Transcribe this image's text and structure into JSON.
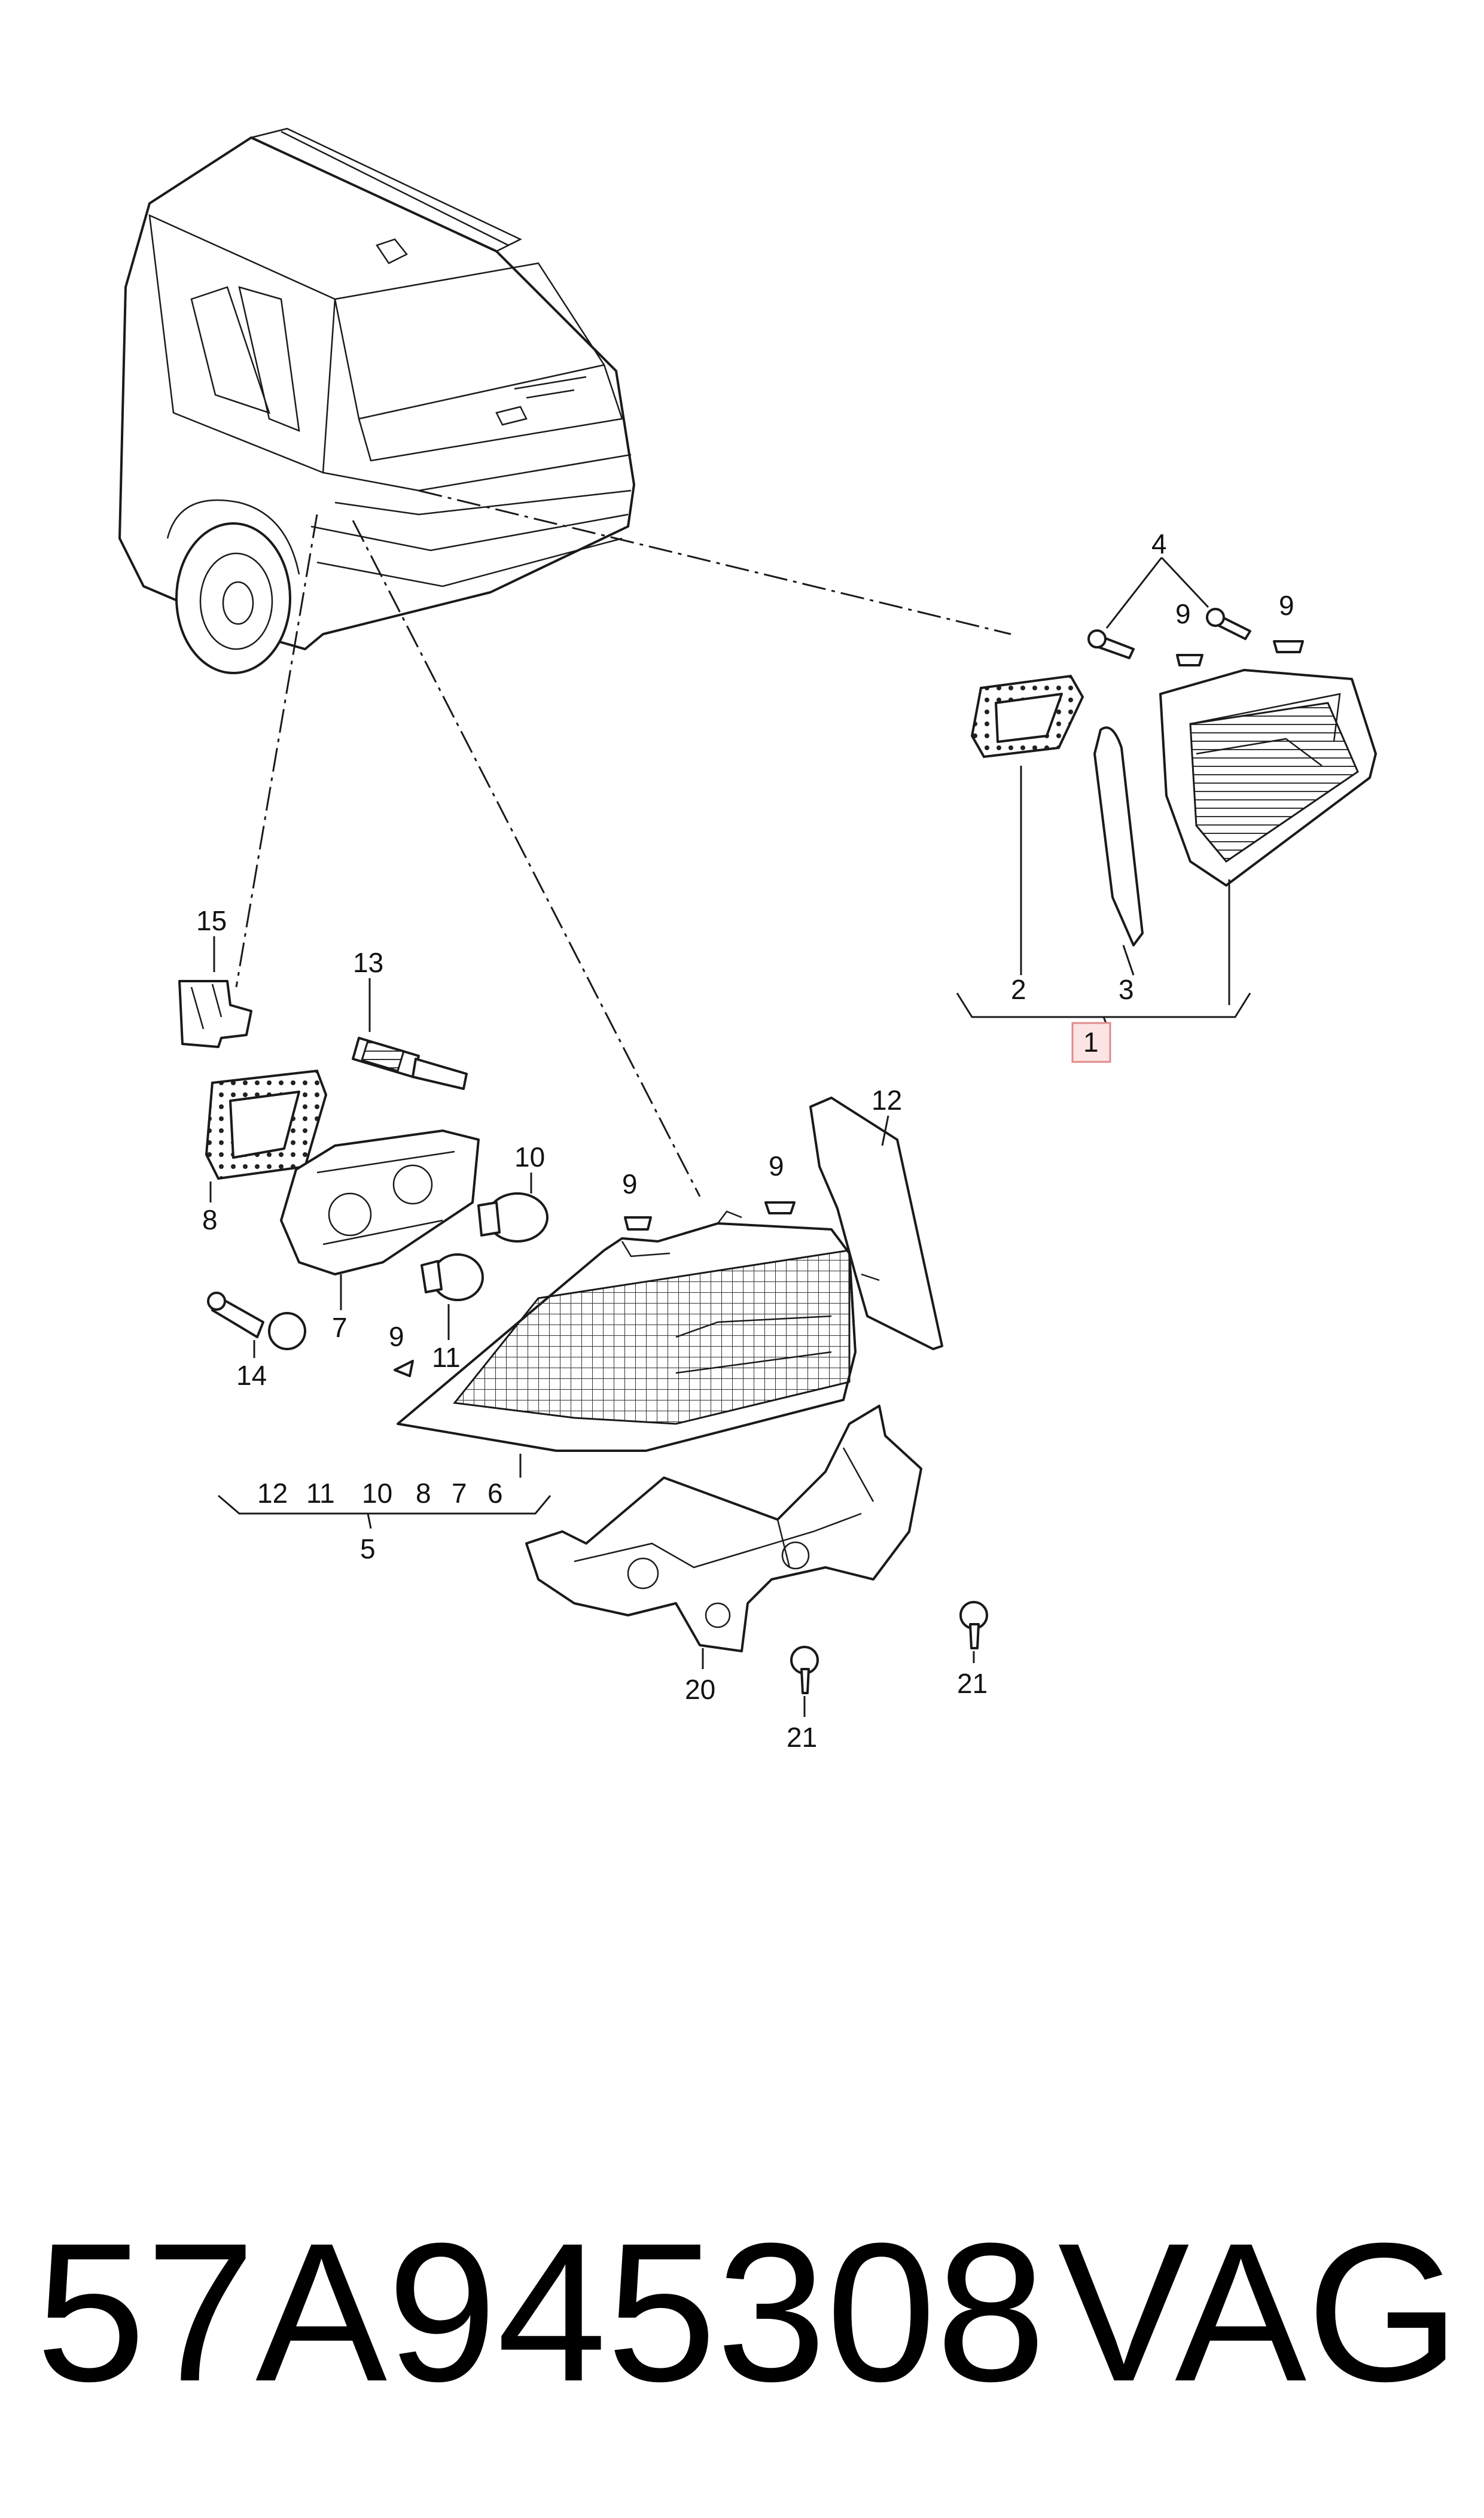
{
  "callouts": {
    "c1": "1",
    "c2": "2",
    "c3": "3",
    "c4": "4",
    "c5": "5",
    "c6": "6",
    "c7": "7",
    "c8": "8",
    "c9": "9",
    "c10": "10",
    "c11": "11",
    "c12": "12",
    "c13": "13",
    "c14": "14",
    "c15": "15",
    "c20": "20",
    "c21": "21"
  },
  "group5": [
    "12",
    "11",
    "10",
    "8",
    "7",
    "6"
  ],
  "footer": {
    "part_number": "57A945308",
    "brand": "VAG"
  },
  "colors": {
    "ink": "#1a1a1a",
    "highlight_box_fill": "#fde4e4",
    "highlight_box_stroke": "#e08a8a"
  }
}
